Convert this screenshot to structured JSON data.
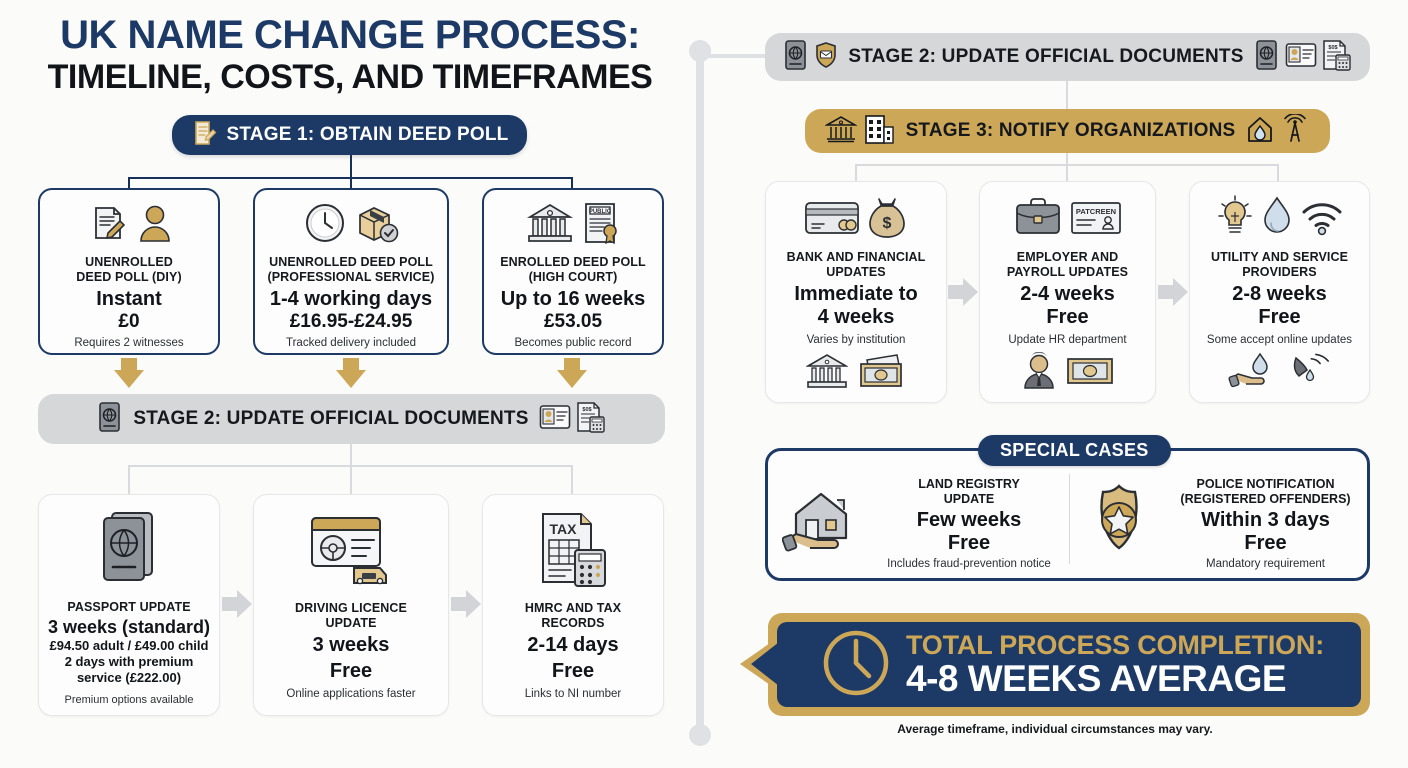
{
  "title": {
    "line1": "UK NAME CHANGE PROCESS:",
    "line2": "TIMELINE, COSTS, AND TIMEFRAMES"
  },
  "colors": {
    "navy": "#1d3a66",
    "gold": "#cca758",
    "grey_banner": "#d5d7d9",
    "background": "#fbfbfa",
    "text_dark": "#15181c"
  },
  "stage1": {
    "banner_label": "STAGE 1: OBTAIN DEED POLL",
    "banner_icon": "scroll-pen-icon",
    "cards": [
      {
        "icons": [
          "document-pen-icon",
          "person-icon"
        ],
        "title": "UNENROLLED\nDEED POLL (DIY)",
        "title_lines": [
          "UNENROLLED",
          "DEED POLL (DIY)"
        ],
        "headline": "Instant",
        "price": "£0",
        "note": "Requires 2 witnesses"
      },
      {
        "icons": [
          "clock-icon",
          "parcel-check-icon"
        ],
        "title_lines": [
          "UNENROLLED DEED POLL",
          "(PROFESSIONAL SERVICE)"
        ],
        "headline": "1-4 working days",
        "price": "£16.95-£24.95",
        "note": "Tracked delivery included"
      },
      {
        "icons": [
          "courthouse-icon",
          "public-certificate-icon"
        ],
        "title_lines": [
          "ENROLLED DEED POLL",
          "(HIGH COURT)"
        ],
        "headline": "Up to 16 weeks",
        "price": "£53.05",
        "note": "Becomes public record"
      }
    ]
  },
  "stage2": {
    "banner_label": "STAGE 2: UPDATE OFFICIAL DOCUMENTS",
    "banner_icons_left": [
      "passport-icon",
      "shield-icon"
    ],
    "banner_icons_right": [
      "passport-icon",
      "id-card-icon",
      "tax-calculator-icon"
    ],
    "cards": [
      {
        "icons": [
          "passport-icon"
        ],
        "title_lines": [
          "PASSPORT UPDATE"
        ],
        "headline": "3 weeks (standard)",
        "price_lines": [
          "£94.50 adult / £49.00 child",
          "2 days with premium",
          "service (£222.00)"
        ],
        "note": "Premium options available"
      },
      {
        "icons": [
          "driving-licence-icon",
          "car-icon"
        ],
        "title_lines": [
          "DRIVING LICENCE",
          "UPDATE"
        ],
        "headline": "3 weeks",
        "price": "Free",
        "note": "Online applications faster"
      },
      {
        "icons": [
          "tax-form-icon",
          "calculator-icon"
        ],
        "title_lines": [
          "HMRC AND TAX",
          "RECORDS"
        ],
        "headline": "2-14 days",
        "price": "Free",
        "note": "Links to NI number"
      }
    ]
  },
  "stage3": {
    "banner_label": "STAGE 3: NOTIFY ORGANIZATIONS",
    "banner_icons_left": [
      "bank-icon",
      "office-building-icon"
    ],
    "banner_icons_right": [
      "water-house-icon",
      "antenna-signal-icon"
    ],
    "cards": [
      {
        "icons_top": [
          "credit-card-icon",
          "money-bag-icon"
        ],
        "title_lines": [
          "BANK AND FINANCIAL",
          "UPDATES"
        ],
        "headline_lines": [
          "Immediate to",
          "4 weeks"
        ],
        "note": "Varies by institution",
        "icons_bottom": [
          "bank-icon",
          "banknotes-icon"
        ]
      },
      {
        "icons_top": [
          "briefcase-icon",
          "employee-badge-icon"
        ],
        "badge_text": "PATCREEN",
        "title_lines": [
          "EMPLOYER AND",
          "PAYROLL UPDATES"
        ],
        "headline_lines": [
          "2-4 weeks",
          "Free"
        ],
        "note": "Update HR department",
        "icons_bottom": [
          "businessman-icon",
          "banknote-icon"
        ]
      },
      {
        "icons_top": [
          "lightbulb-icon",
          "water-drop-icon",
          "wifi-icon"
        ],
        "title_lines": [
          "UTILITY AND SERVICE",
          "PROVIDERS"
        ],
        "headline_lines": [
          "2-8 weeks",
          "Free"
        ],
        "note": "Some accept online updates",
        "icons_bottom": [
          "hand-water-drop-icon",
          "signal-drop-icon"
        ]
      }
    ]
  },
  "special_cases": {
    "badge_label": "SPECIAL CASES",
    "items": [
      {
        "icon": "house-in-hand-icon",
        "title_lines": [
          "LAND REGISTRY",
          "UPDATE"
        ],
        "headline": "Few weeks",
        "price": "Free",
        "note": "Includes fraud-prevention notice"
      },
      {
        "icon": "police-badge-icon",
        "title_lines": [
          "POLICE NOTIFICATION",
          "(REGISTERED OFFENDERS)"
        ],
        "headline": "Within 3 days",
        "price": "Free",
        "note": "Mandatory requirement"
      }
    ]
  },
  "total": {
    "icon": "clock-icon",
    "line1": "TOTAL PROCESS COMPLETION:",
    "line2": "4-8 WEEKS AVERAGE",
    "footnote": "Average timeframe, individual circumstances may vary."
  }
}
